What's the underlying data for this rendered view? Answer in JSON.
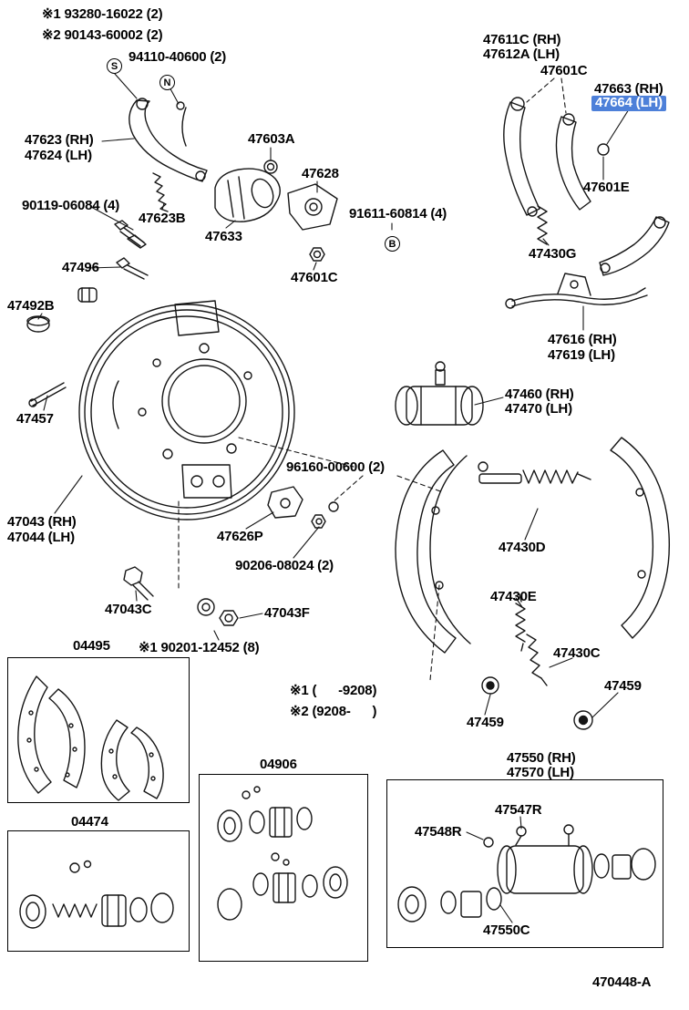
{
  "page": {
    "background": "#ffffff",
    "line_color": "#151515",
    "highlight_color": "#4d80d9",
    "description": "Exploded rear drum brake parts diagram"
  },
  "labels": {
    "note1": "※1 93280-16022 (2)",
    "note2": "※2 90143-60002 (2)",
    "p94110": "94110-40600 (2)",
    "p47623": "47623 (RH)",
    "p47624": "47624 (LH)",
    "p47603a": "47603A",
    "p47628": "47628",
    "p90119": "90119-06084 (4)",
    "p47623b": "47623B",
    "p47633": "47633",
    "p91611": "91611-60814 (4)",
    "p47496": "47496",
    "p47601c_left": "47601C",
    "p47492b": "47492B",
    "p47457": "47457",
    "p47043": "47043 (RH)",
    "p47044": "47044 (LH)",
    "p96160": "96160-00600 (2)",
    "p47626p": "47626P",
    "p90206": "90206-08024 (2)",
    "p47043c": "47043C",
    "p47043f": "47043F",
    "p04495": "04495",
    "p90201": "※1 90201-12452 (8)",
    "p04474": "04474",
    "p04906": "04906",
    "p47611c": "47611C (RH)",
    "p47612a": "47612A (LH)",
    "p47601c_right": "47601C",
    "p47663": "47663 (RH)",
    "p47664": "47664 (LH)",
    "p47601e": "47601E",
    "p47430g": "47430G",
    "p47616": "47616 (RH)",
    "p47619": "47619 (LH)",
    "p47460": "47460 (RH)",
    "p47470": "47470 (LH)",
    "p47430d": "47430D",
    "p47430e": "47430E",
    "p47430c": "47430C",
    "p47459_right": "47459",
    "note_range1": "※1 (      -9208)",
    "note_range2": "※2 (9208-      )",
    "p47459_left": "47459",
    "p47550": "47550 (RH)",
    "p47570": "47570 (LH)",
    "p47547r": "47547R",
    "p47548r": "47548R",
    "p47550c": "47550C",
    "diagram_code": "470448-A"
  },
  "markers": {
    "s": "S",
    "n": "N",
    "b": "B"
  },
  "kits": {
    "box1": "04495",
    "box2": "04474",
    "box3": "04906",
    "box4": "47550"
  }
}
